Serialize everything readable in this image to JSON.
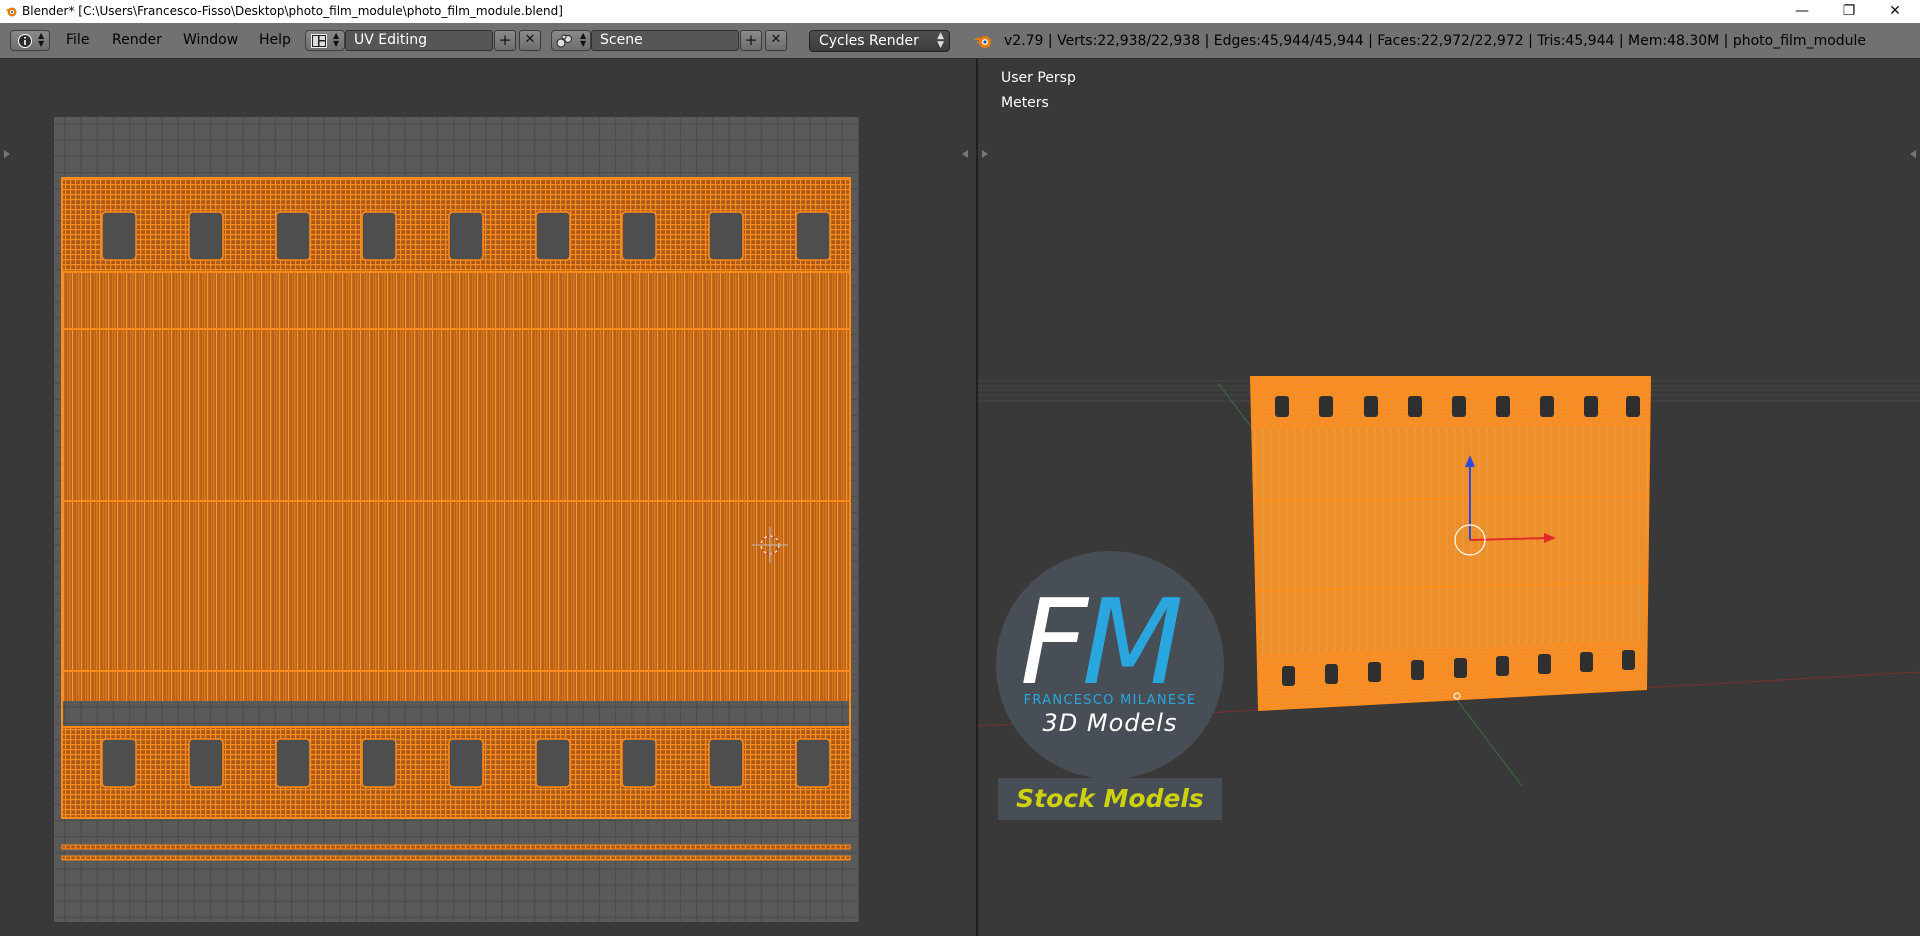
{
  "window": {
    "title": "Blender* [C:\\Users\\Francesco-Fisso\\Desktop\\photo_film_module\\photo_film_module.blend]",
    "minimize_glyph": "—",
    "maximize_glyph": "❐",
    "close_glyph": "✕"
  },
  "header": {
    "menus": [
      "File",
      "Render",
      "Window",
      "Help"
    ],
    "screen_layout": "UV Editing",
    "scene": "Scene",
    "render_engine": "Cycles Render",
    "stats": "v2.79 | Verts:22,938/22,938 | Edges:45,944/45,944 | Faces:22,972/22,972 | Tris:45,944 | Mem:48.30M | photo_film_module",
    "add_glyph": "+",
    "remove_glyph": "✕",
    "info_glyph": "i"
  },
  "viewport": {
    "view_label": "User Persp",
    "units_label": "Meters"
  },
  "watermark": {
    "letter_f": "F",
    "letter_m": "M",
    "brand": "FRANCESCO MILANESE",
    "tagline": "3D Models",
    "banner": "Stock Models"
  },
  "colors": {
    "header_bg": "#717171",
    "editor_bg": "#393939",
    "uv_grid": "#5a5a5a",
    "mesh_orange": "#ff8c1a",
    "logo_blue": "#29a6dd",
    "banner_yellow": "#cdd20a"
  },
  "icons": {
    "info": "info-icon",
    "screen": "screen-layout-icon",
    "scene": "scene-icon",
    "blender": "blender-logo-icon",
    "cursor": "3d-cursor-icon"
  }
}
